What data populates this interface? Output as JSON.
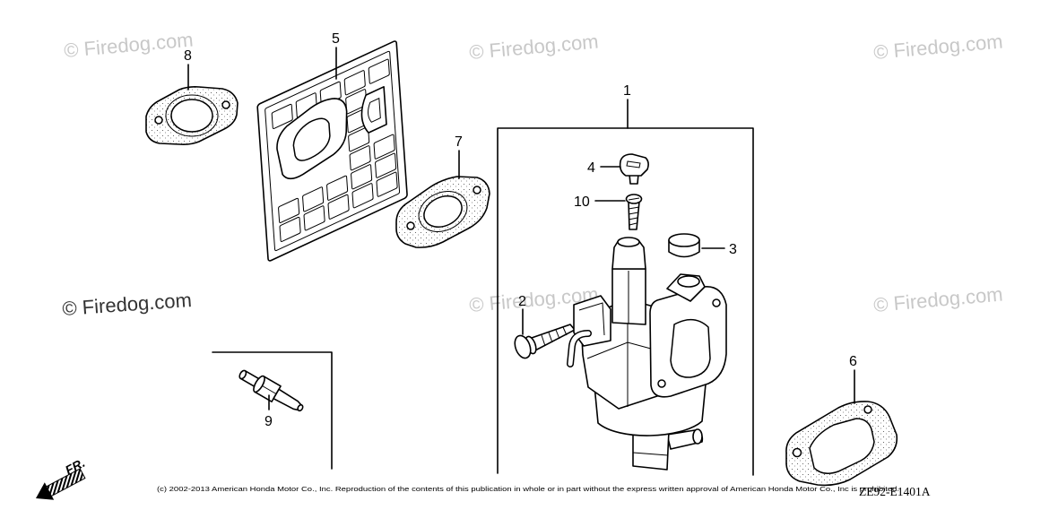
{
  "watermark": {
    "text": "© Firedog.com"
  },
  "callouts": {
    "p1": "1",
    "p2": "2",
    "p3": "3",
    "p4": "4",
    "p5": "5",
    "p6": "6",
    "p7": "7",
    "p8": "8",
    "p9": "9",
    "p10": "10"
  },
  "direction": {
    "label": "FR."
  },
  "footer": {
    "copyright": "(c) 2002-2013 American Honda Motor Co., Inc. Reproduction of the contents of this publication in whole or in part without the express written approval of American Honda Motor Co., Inc is prohibited.",
    "diagram_code": "ZE92-E1401A"
  },
  "colors": {
    "line": "#000000",
    "watermark": "#c8c8c8",
    "watermark_dark": "#333333",
    "background": "#ffffff"
  }
}
